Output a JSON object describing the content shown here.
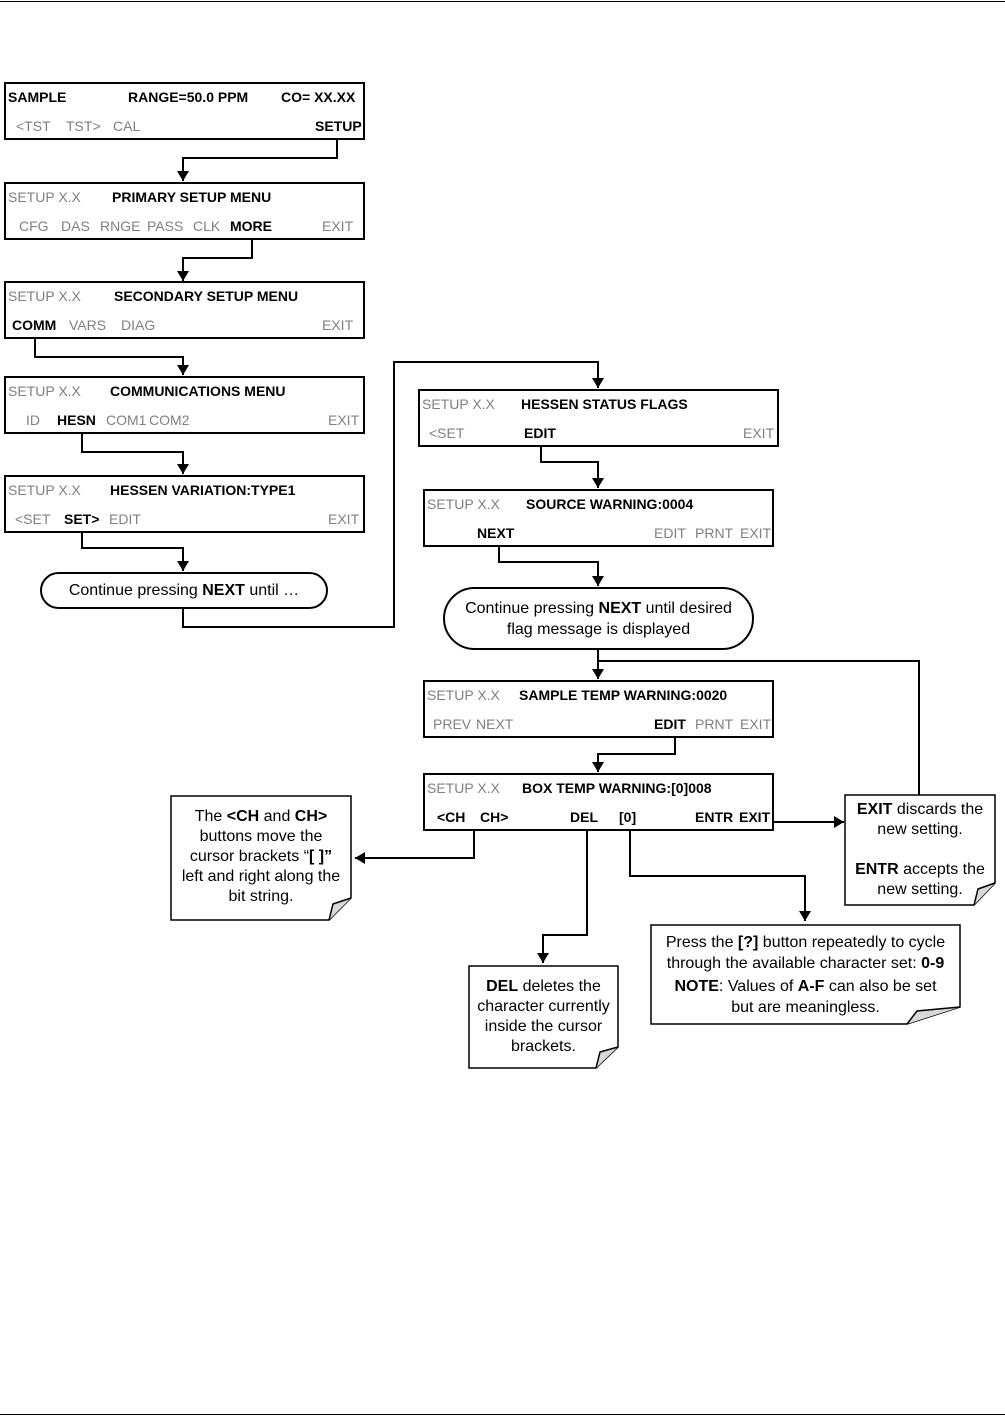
{
  "panels": {
    "sample": {
      "title_left": "SAMPLE",
      "title_mid": "RANGE=50.0 PPM",
      "title_right": "CO= XX.XX",
      "buttons": [
        "<TST",
        "TST>",
        "CAL"
      ],
      "button_right": "SETUP"
    },
    "primary": {
      "title_left": "SETUP X.X",
      "title": "PRIMARY SETUP MENU",
      "buttons": [
        "CFG",
        "DAS",
        "RNGE",
        "PASS",
        "CLK"
      ],
      "active": "MORE",
      "exit": "EXIT"
    },
    "secondary": {
      "title_left": "SETUP X.X",
      "title": "SECONDARY SETUP MENU",
      "active": "COMM",
      "buttons": [
        "VARS",
        "DIAG"
      ],
      "exit": "EXIT"
    },
    "comm": {
      "title_left": "SETUP X.X",
      "title": "COMMUNICATIONS MENU",
      "id": "ID",
      "active": "HESN",
      "buttons": [
        "COM1",
        "COM2"
      ],
      "exit": "EXIT"
    },
    "hessen_var": {
      "title_left": "SETUP X.X",
      "title": "HESSEN VARIATION:TYPE1",
      "set_left": "<SET",
      "active": "SET>",
      "edit": "EDIT",
      "exit": "EXIT"
    },
    "status_flags": {
      "title_left": "SETUP X.X",
      "title": "HESSEN STATUS FLAGS",
      "set_left": "<SET",
      "active": "EDIT",
      "exit": "EXIT"
    },
    "source_warning": {
      "title_left": "SETUP X.X",
      "title": "SOURCE WARNING:0004",
      "active": "NEXT",
      "buttons": [
        "EDIT",
        "PRNT",
        "EXIT"
      ]
    },
    "sample_temp": {
      "title_left": "SETUP X.X",
      "title": "SAMPLE TEMP WARNING:0020",
      "buttons_left": [
        "PREV",
        "NEXT"
      ],
      "active": "EDIT",
      "buttons_right": [
        "PRNT",
        "EXIT"
      ]
    },
    "box_temp": {
      "title_left": "SETUP X.X",
      "title_prefix": "BOX TEMP WARNING:",
      "title_cursor": "[0]",
      "title_suffix": "008",
      "ch_left": "<CH",
      "ch_right": "CH>",
      "del": "DEL",
      "digit": "[0]",
      "entr": "ENTR",
      "exit": "EXIT"
    }
  },
  "ovals": {
    "continue_next": {
      "pre": "Continue pressing ",
      "key": "NEXT",
      "post": " until …"
    },
    "continue_flag": {
      "pre": "Continue pressing ",
      "key": "NEXT",
      "post": " until desired",
      "line2": "flag message is displayed"
    }
  },
  "notes": {
    "ch": {
      "l1_pre": "The ",
      "l1_b1": "<CH",
      "l1_mid": " and ",
      "l1_b2": "CH>",
      "l2": "buttons move the",
      "l3_pre": "cursor brackets “",
      "l3_b": "[  ]”",
      "l4": "left and right along the",
      "l5": "bit string."
    },
    "del": {
      "b": "DEL",
      "l1_post": " deletes the",
      "l2": "character currently",
      "l3": "inside the cursor",
      "l4": "brackets."
    },
    "digit": {
      "l1_pre": "Press the ",
      "l1_b": "[?]",
      "l1_post": " button repeatedly to cycle",
      "l2_pre": "through the available character set: ",
      "l2_b": "0-9",
      "l3_b": "NOTE",
      "l3_mid": ": Values of ",
      "l3_b2": "A-F",
      "l3_post": " can also be set",
      "l4": "but are meaningless."
    },
    "exit_entr": {
      "b1": "EXIT",
      "l1_post": " discards the",
      "l2": "new setting.",
      "b2": "ENTR",
      "l3_post": " accepts the",
      "l4": "new setting."
    }
  }
}
